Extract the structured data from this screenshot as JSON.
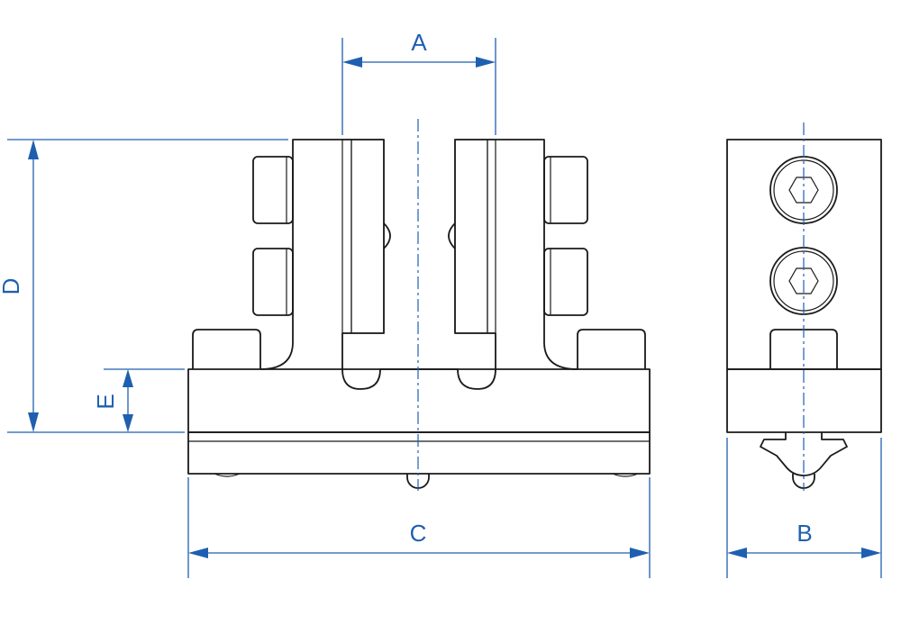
{
  "drawing": {
    "colors": {
      "line": "#1a1a1a",
      "dimension": "#1f5fb0",
      "background": "#ffffff"
    },
    "labels": {
      "a": "A",
      "b": "B",
      "c": "C",
      "d": "D",
      "e": "E"
    }
  }
}
